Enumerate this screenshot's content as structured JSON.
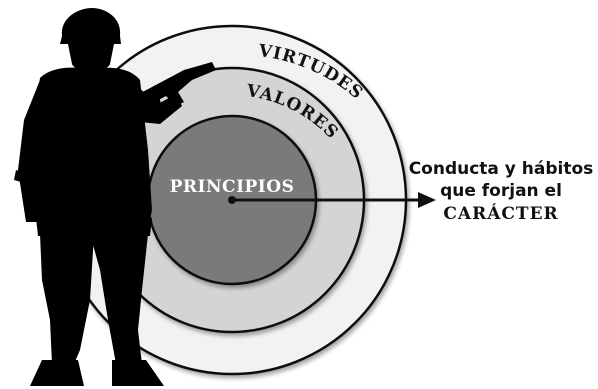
{
  "diagram": {
    "rings": {
      "outer": "VIRTUDES",
      "middle": "VALORES",
      "core": "PRINCIPIOS"
    },
    "caption": {
      "line1": "Conducta y hábitos",
      "line2": "que forjan el",
      "keyword": "CARÁCTER"
    },
    "colors": {
      "outer_ring": "#f2f2f2",
      "middle_ring": "#d4d4d4",
      "core": "#7a7a7a",
      "silhouette": "#000000"
    },
    "figure": "soldier-silhouette"
  }
}
